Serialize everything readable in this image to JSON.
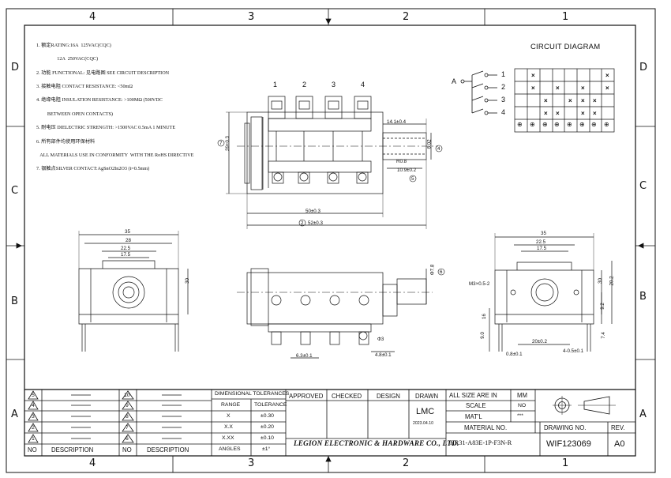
{
  "zones": {
    "top": [
      "4",
      "3",
      "2",
      "1"
    ],
    "bottom": [
      "4",
      "3",
      "2",
      "1"
    ],
    "left": [
      "D",
      "C",
      "B",
      "A"
    ],
    "right": [
      "D",
      "C",
      "B",
      "A"
    ]
  },
  "notes": [
    "1. 额定RATING:16A  125VAC(CQC)",
    "                 12A  250VAC(CQC)",
    "2. 功能 FUNCTIONAL: 见电路图 SEE CIRCUIT DESCRIPTION",
    "3. 接触电阻 CONTACT RESISTANCE: <50mΩ",
    "4. 绝缘电阻 INSULATION RESISTANCE: >100MΩ (500VDC",
    "         BETWEEN OPEN CONTACTS)",
    "5. 耐电压 DIELECTRIC STRENGTH: >1500VAC 0.5mA 1 MINUTE",
    "6. 所有部件均使用环保材料",
    "   ALL MATERIALS USE IN CONFORMITY  WITH THE RoHS DIRECTIVE",
    "7. 银触点SILVER CONTACT:AgSnO2In2O3 (t=0.5mm)"
  ],
  "circuit": {
    "title": "CIRCUIT DIAGRAM",
    "common": "A",
    "positions": [
      "1",
      "2",
      "3",
      "4"
    ]
  },
  "top_view": {
    "position_labels": [
      "1",
      "2",
      "3",
      "4"
    ],
    "dims": [
      "14.1±0.4",
      "6.02",
      "R0.8",
      "10.9±0.2",
      "39±0.3",
      "50±0.3",
      "52±0.3"
    ],
    "callouts": [
      "7",
      "4",
      "5",
      "2"
    ]
  },
  "front_view": {
    "dims": [
      "35",
      "28",
      "22.5",
      "17.5",
      "30"
    ]
  },
  "side_view": {
    "dims": [
      "Φ7.8",
      "6.3±0.1",
      "Φ3",
      "4.8±0.1"
    ],
    "callouts": [
      "6"
    ]
  },
  "right_view": {
    "dims": [
      "35",
      "22.5",
      "17.5",
      "M3×0.5-2",
      "30",
      "20.2",
      "9.2",
      "7.4",
      "16",
      "9.0",
      "20±0.2",
      "0.8±0.1",
      "4-0.5±0.1"
    ]
  },
  "revision_table": {
    "left_numbers": [
      "5",
      "4",
      "3",
      "2",
      "1"
    ],
    "right_numbers": [
      "10",
      "9",
      "8",
      "7",
      "6"
    ],
    "no_label": "NO",
    "description_label": "DESCRIPTION"
  },
  "tolerances": {
    "title": "DIMENSIONAL TOLERANCES",
    "range_label": "RANGE",
    "tolerance_label": "TOLERANCE",
    "rows": [
      [
        "X",
        "±0.30"
      ],
      [
        "X.X",
        "±0.20"
      ],
      [
        "X.XX",
        "±0.10"
      ],
      [
        "ANGLES",
        "±1°"
      ]
    ]
  },
  "approval": {
    "approved": "APPROVED",
    "checked": "CHECKED",
    "design": "DESIGN",
    "drawn": "DRAWN",
    "drawn_by": "LMC",
    "date": "2023.04.10",
    "company": "LEGION ELECTRONIC & HARDWARE CO., LTD."
  },
  "info": {
    "all_size": "ALL SIZE ARE IN",
    "unit": "MM",
    "scale_label": "SCALE",
    "scale_value": "NO",
    "material_label": "MAT'L",
    "material_value": "***",
    "material_no_label": "MATERIAL  NO.",
    "material_no": "HR31-A83E-1P-F3N-R",
    "drawing_no_label": "DRAWING NO.",
    "drawing_no": "WIF123069",
    "rev_label": "REV.",
    "rev": "A0"
  }
}
